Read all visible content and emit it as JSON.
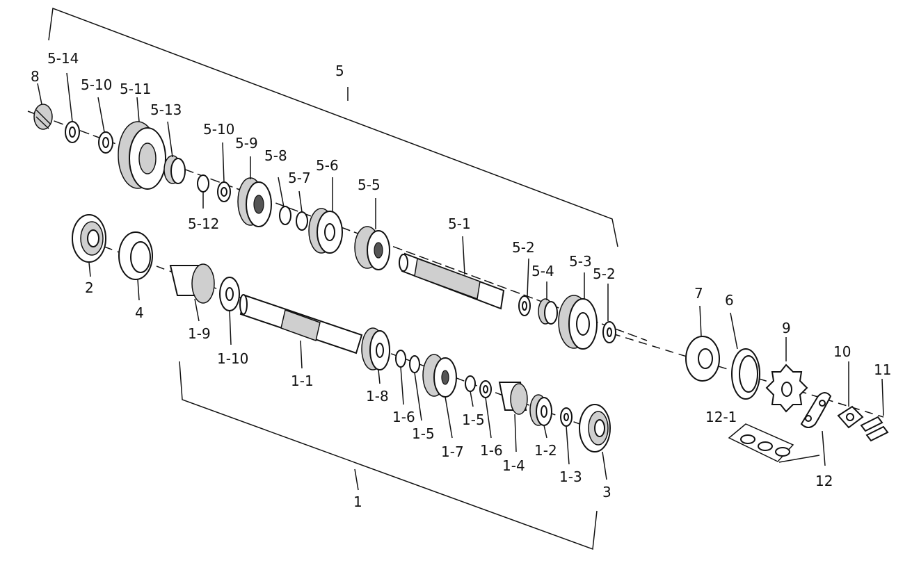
{
  "labels": {
    "l_5_14": "5-14",
    "l_8": "8",
    "l_5_10a": "5-10",
    "l_5_11": "5-11",
    "l_5_13": "5-13",
    "l_5_10b": "5-10",
    "l_5_9": "5-9",
    "l_5_8": "5-8",
    "l_5_7": "5-7",
    "l_5_6": "5-6",
    "l_5_5": "5-5",
    "l_5_12": "5-12",
    "l_5": "5",
    "l_5_1": "5-1",
    "l_5_2a": "5-2",
    "l_5_4": "5-4",
    "l_5_3": "5-3",
    "l_5_2b": "5-2",
    "l_2": "2",
    "l_4": "4",
    "l_1_9": "1-9",
    "l_1_10": "1-10",
    "l_1_1": "1-1",
    "l_1_8": "1-8",
    "l_1_6a": "1-6",
    "l_1_5a": "1-5",
    "l_1_7": "1-7",
    "l_1_5b": "1-5",
    "l_1_6b": "1-6",
    "l_1_4": "1-4",
    "l_1_2": "1-2",
    "l_1_3": "1-3",
    "l_3": "3",
    "l_1": "1",
    "l_7": "7",
    "l_6": "6",
    "l_9": "9",
    "l_10": "10",
    "l_11": "11",
    "l_12_1": "12-1",
    "l_12": "12"
  }
}
